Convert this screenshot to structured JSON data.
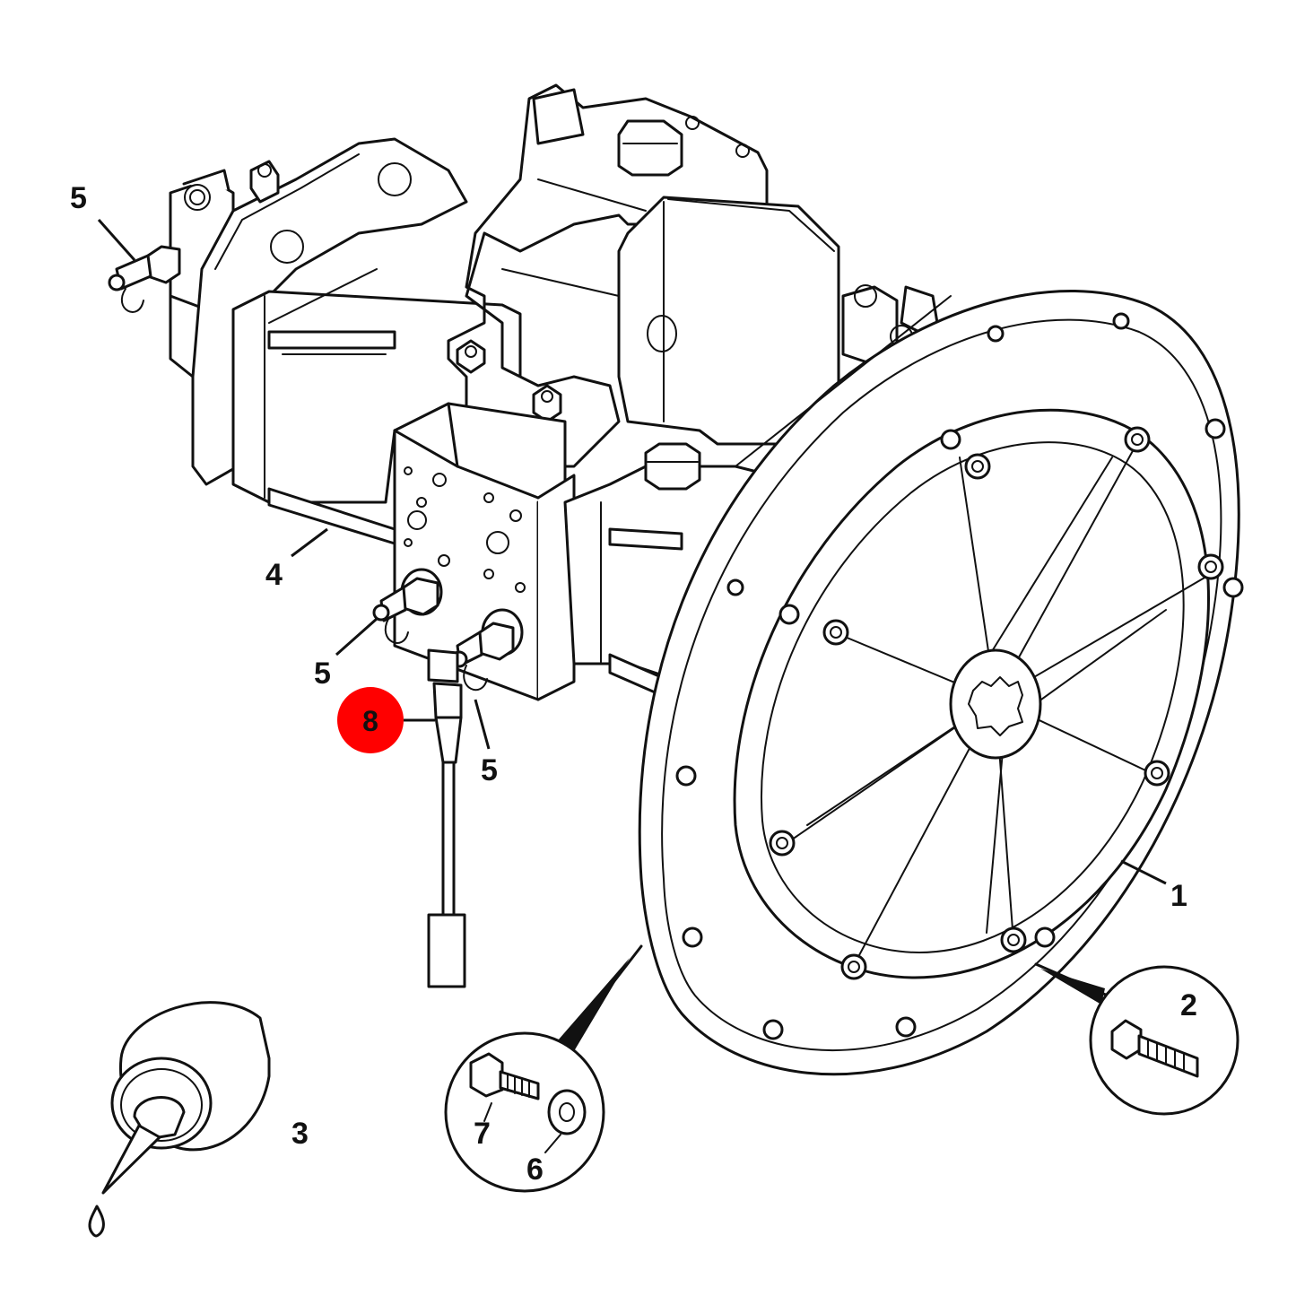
{
  "diagram": {
    "highlight_color": "#ff0000",
    "line_color": "#111111",
    "callouts": {
      "pump_assembly": "1",
      "flange_bolt": "2",
      "sealant_tube": "3",
      "tie_rod": "4",
      "test_fitting_rear": "5",
      "test_fitting_left": "5",
      "test_fitting_right": "5",
      "pump_bolt": "7",
      "washer": "6",
      "pressure_probe": "8"
    },
    "highlighted_callout": "8"
  }
}
